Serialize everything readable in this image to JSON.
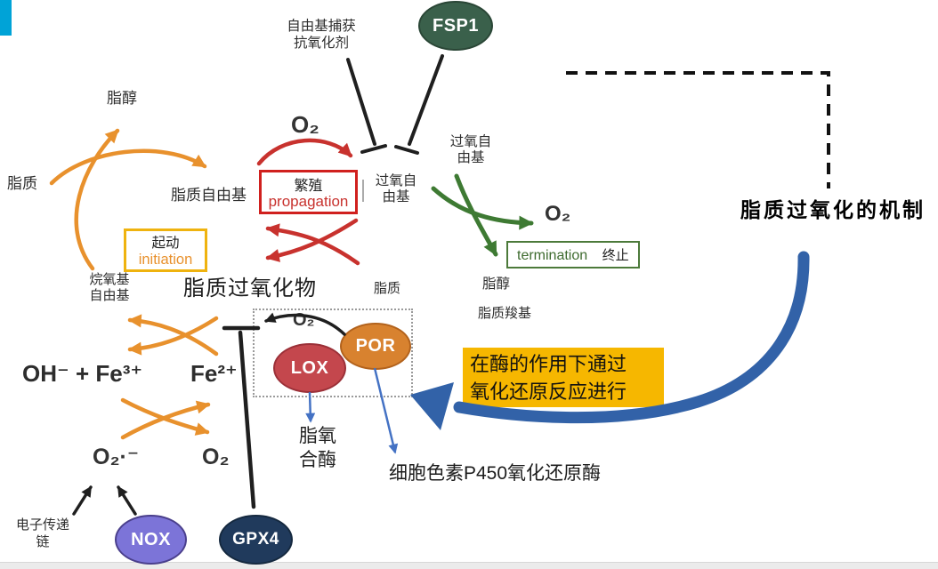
{
  "slide": {
    "title": "脂质过氧化的机制",
    "accent_bar_color": "#00A3D7",
    "footer_bar_color": "#EBEBEB"
  },
  "initiation_cycle": {
    "lipid": "脂质",
    "lipid_alcohol": "脂醇",
    "lipid_radical": "脂质自由基",
    "alkoxy_radical": [
      "烷氧基",
      "自由基"
    ],
    "box_cn": "起动",
    "box_en": "initiation",
    "lipid_peroxide": "脂质过氧化物"
  },
  "propagation": {
    "box_cn": "繁殖",
    "box_en": "propagation",
    "o2": "O₂",
    "peroxy_radical": [
      "过氧自",
      "由基"
    ]
  },
  "termination": {
    "box_en": "termination",
    "box_cn": "终止",
    "peroxy_radical": [
      "过氧自",
      "由基"
    ],
    "o2": "O₂",
    "lipid_alcohol": "脂醇",
    "lipid_carboxyl": "脂质羧基"
  },
  "inhibitors": {
    "radical_trap": [
      "自由基捕获",
      "抗氧化剂"
    ],
    "fsp1": "FSP1",
    "gpx4": "GPX4",
    "nox": "NOX"
  },
  "iron_cycle": {
    "oh_fe3": "OH⁻ + Fe³⁺",
    "fe2": "Fe²⁺",
    "superoxide": "O₂·⁻",
    "o2": "O₂",
    "electron_chain": [
      "电子传递",
      "链"
    ]
  },
  "enzymes": {
    "lipid": "脂质",
    "o2": "O₂",
    "lox": "LOX",
    "por": "POR",
    "lipoxygenase": [
      "脂氧",
      "合酶"
    ],
    "por_full_name": "细胞色素P450氧化还原酶",
    "note": [
      "在酶的作用下通过",
      "氧化还原反应进行"
    ]
  },
  "colors": {
    "orange": "#E8912D",
    "red": "#C8322E",
    "green": "#3E7A33",
    "gold_border": "#EFB30F",
    "note_yellow": "#F6B700",
    "big_blue_arrow": "#3262A8",
    "thin_blue": "#4472C4",
    "fsp1_fill": "#3A604B",
    "nox_fill": "#7C74D8",
    "gpx4_fill": "#203A5C",
    "lox_fill": "#C4474D",
    "por_fill": "#D8822F"
  }
}
